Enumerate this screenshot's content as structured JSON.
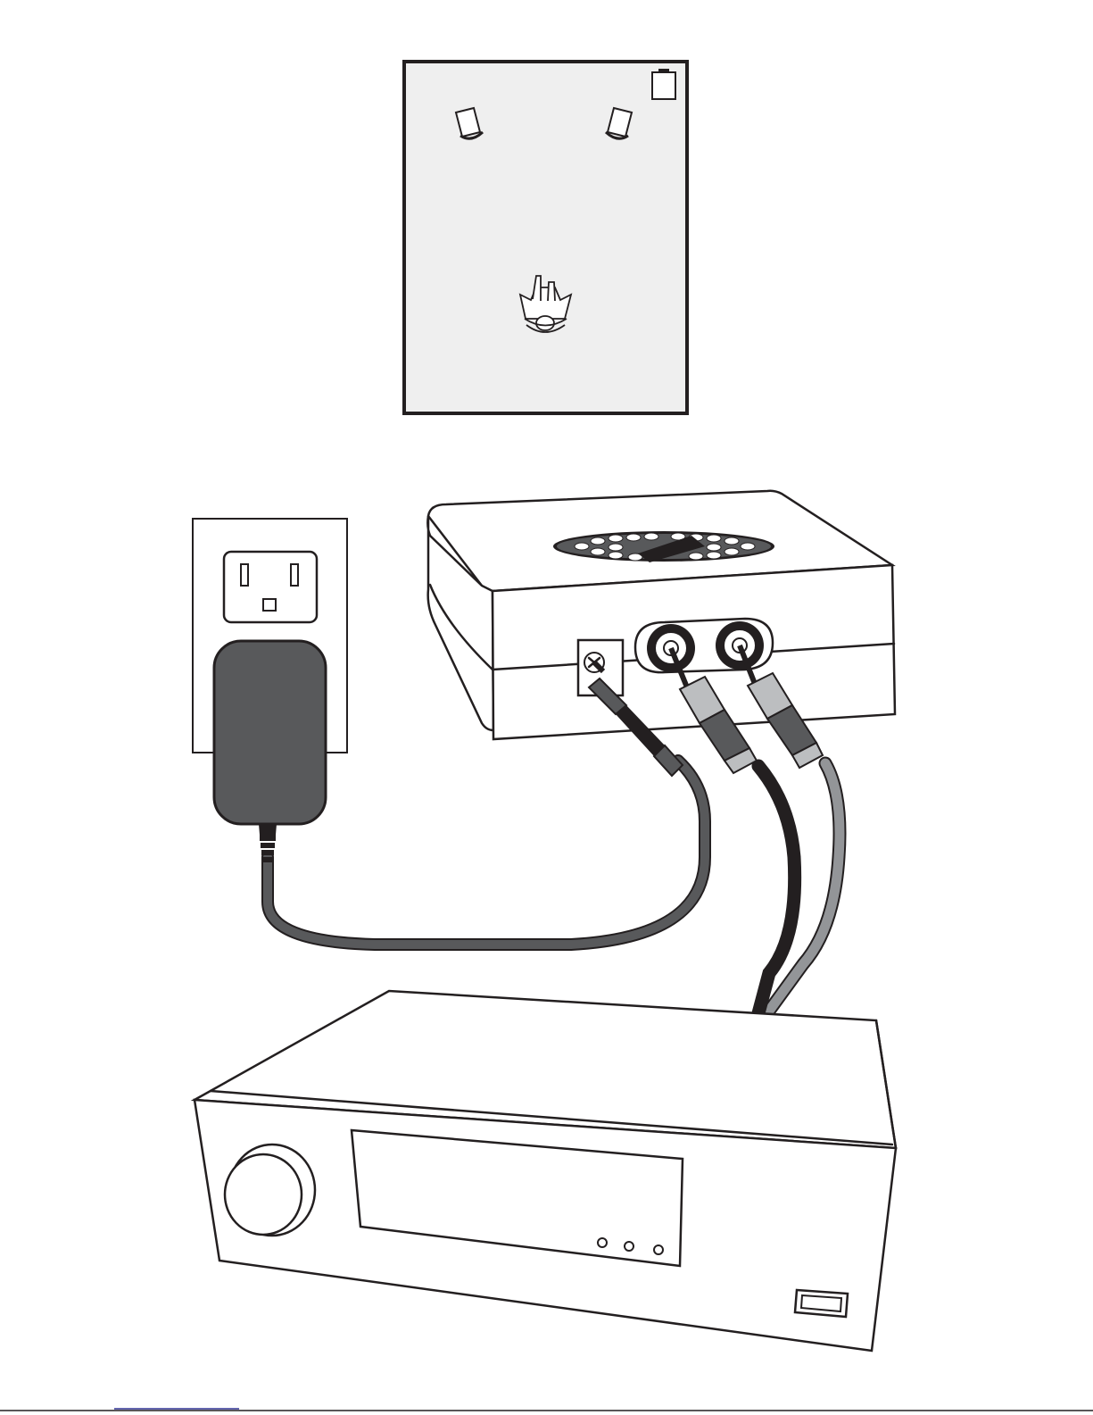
{
  "title": "",
  "colors": {
    "line": "#231f20",
    "room_fill": "#efefef",
    "adapter_fill": "#58595b",
    "power_cable": "#58595b",
    "cable_black": "#231f20",
    "cable_gray": "#939598",
    "plug_light": "#bcbec0",
    "plug_dark": "#58595b",
    "footer_link": "#2e3192"
  },
  "icons": [
    "room-layout",
    "speaker-icon",
    "listener-icon",
    "wall-outlet",
    "power-adapter",
    "subwoofer-receiver",
    "amplifier"
  ],
  "footer": {
    "link_text": ""
  }
}
